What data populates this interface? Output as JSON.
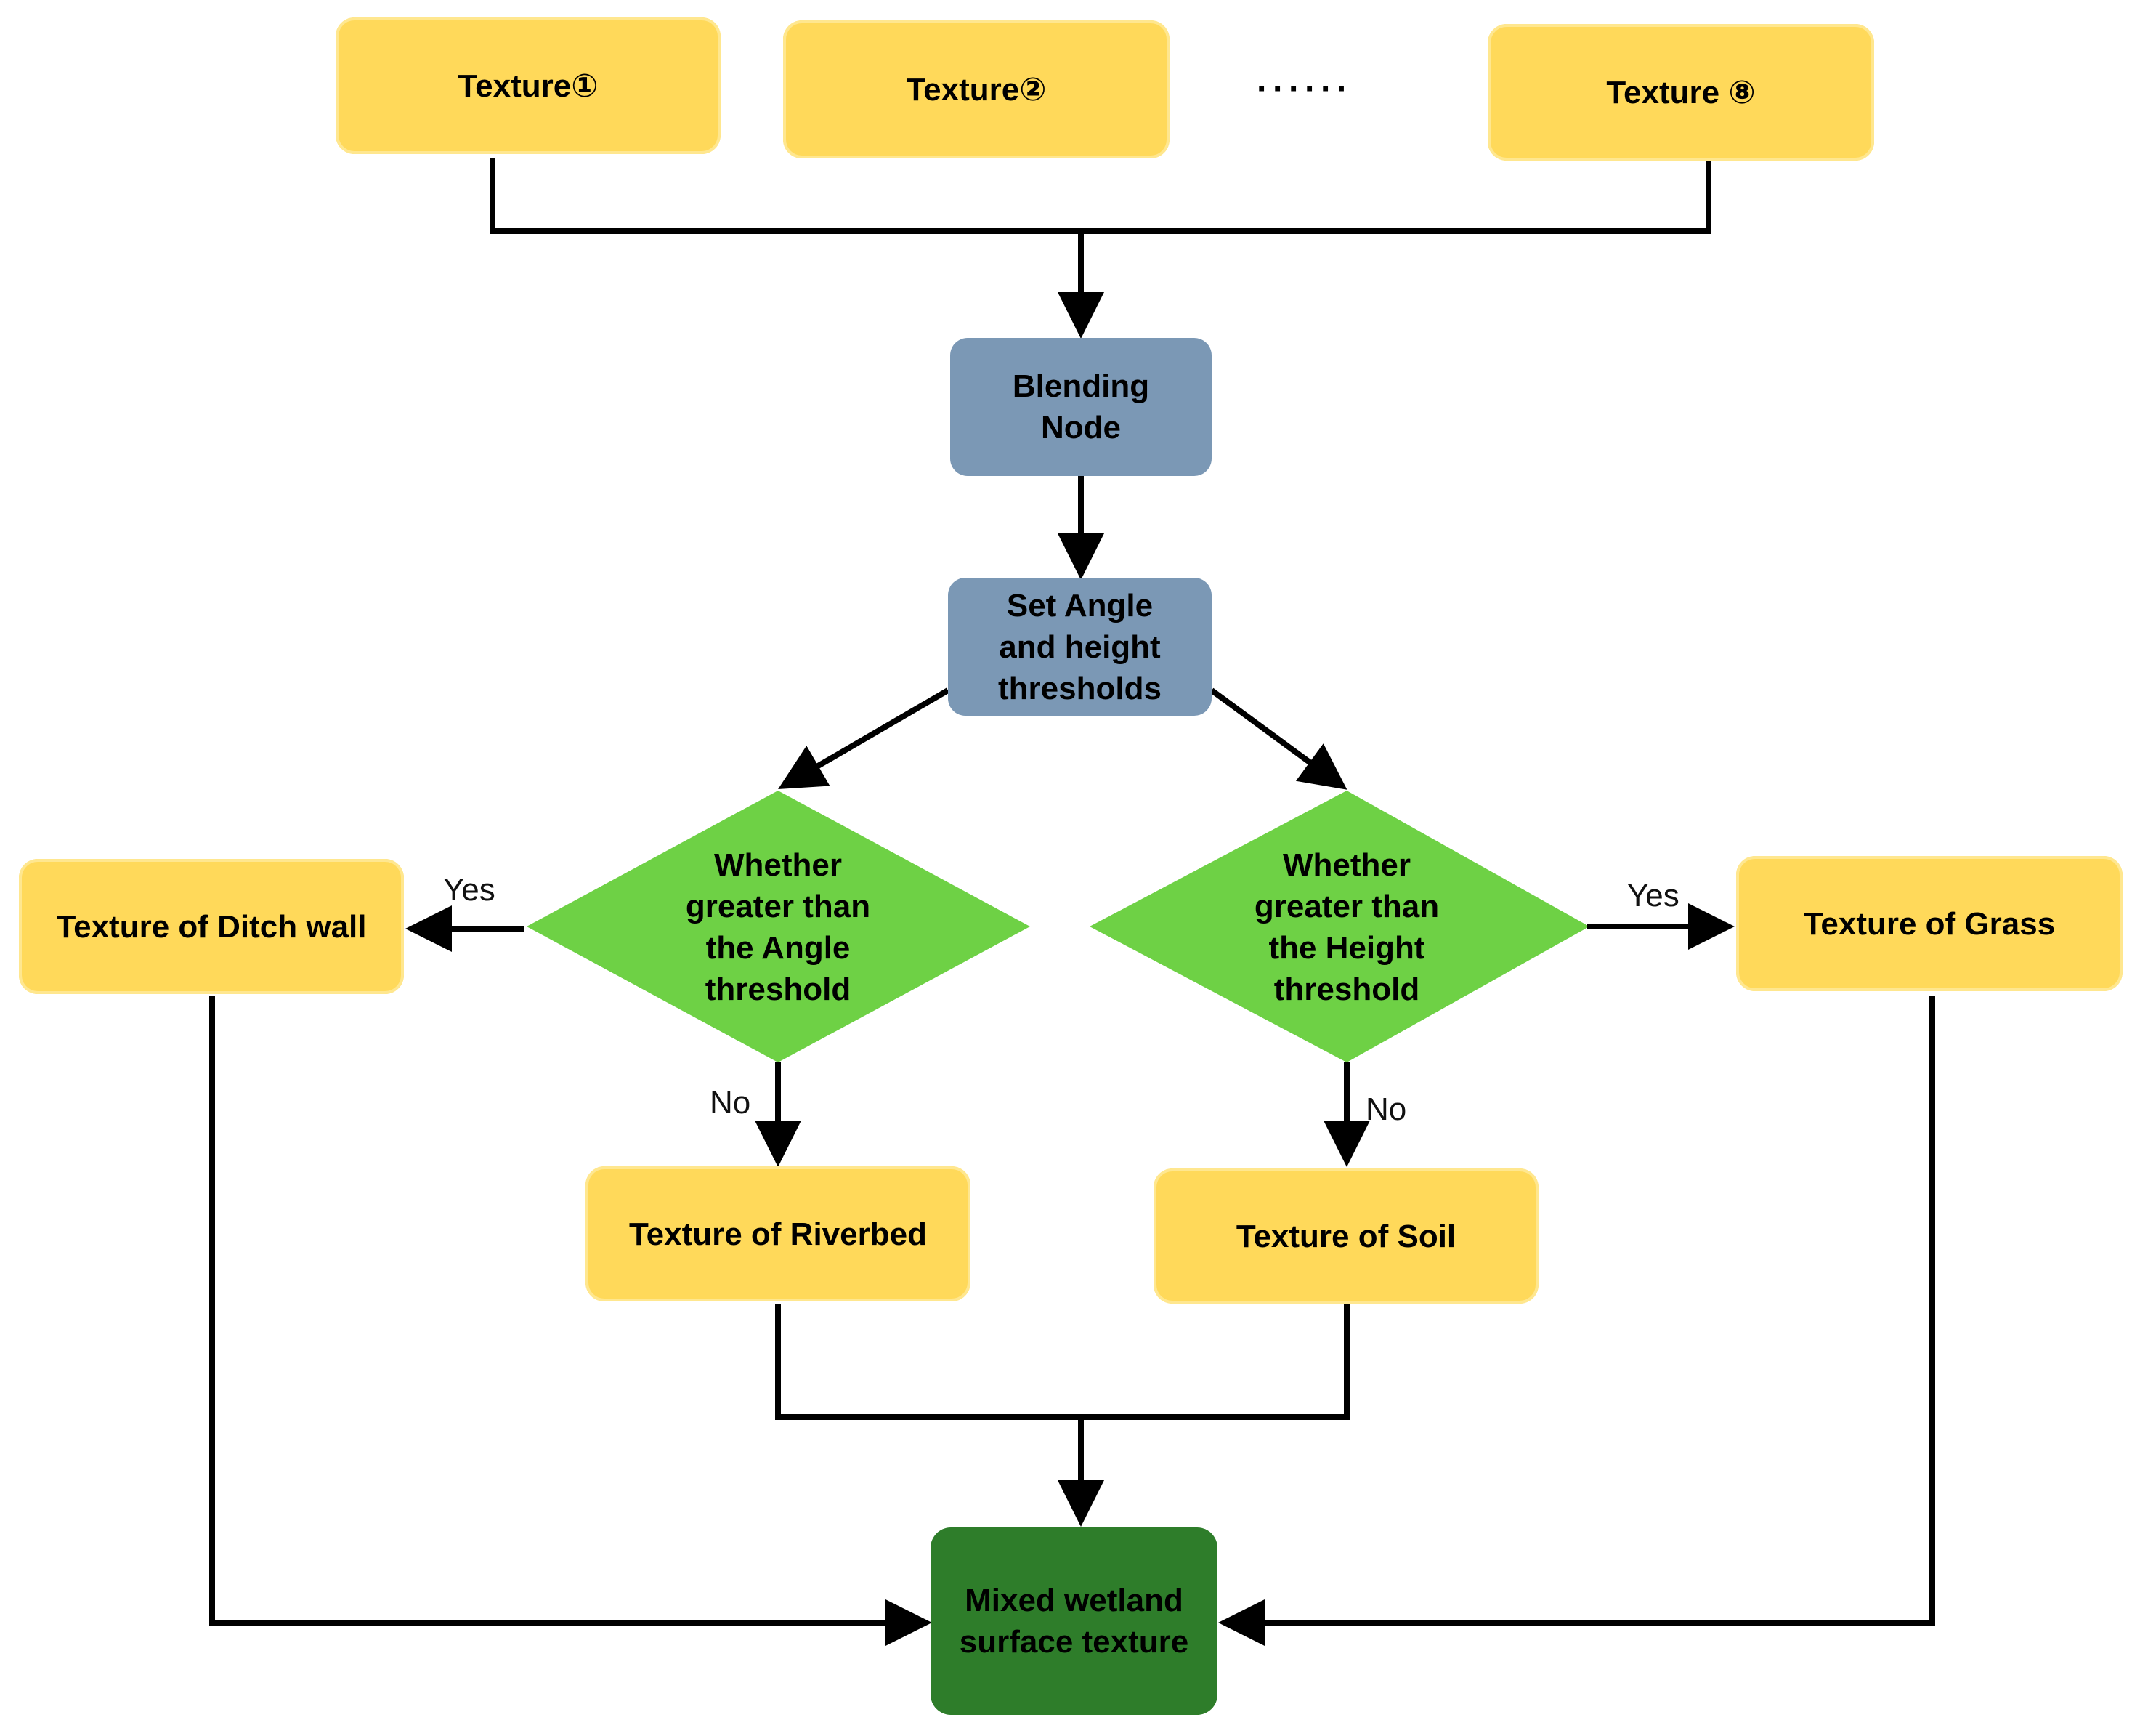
{
  "colors": {
    "texture_node": "#FFD95A",
    "process_node": "#7B98B5",
    "decision_node": "#6ED145",
    "output_node": "#2E7D2A",
    "edge": "#000000"
  },
  "nodes": {
    "texture_1": "Texture①",
    "texture_2": "Texture②",
    "ellipsis": "······",
    "texture_8": "Texture ⑧",
    "blending": "Blending\nNode",
    "thresholds": "Set Angle\nand height\nthresholds",
    "angle_decision": "Whether\ngreater than\nthe Angle\nthreshold",
    "height_decision": "Whether\ngreater than\nthe Height\nthreshold",
    "ditch_wall": "Texture of Ditch wall",
    "grass": "Texture of Grass",
    "riverbed": "Texture of Riverbed",
    "soil": "Texture of Soil",
    "output": "Mixed wetland\nsurface texture"
  },
  "edge_labels": {
    "angle_yes": "Yes",
    "height_yes": "Yes",
    "angle_no": "No",
    "height_no": "No"
  }
}
